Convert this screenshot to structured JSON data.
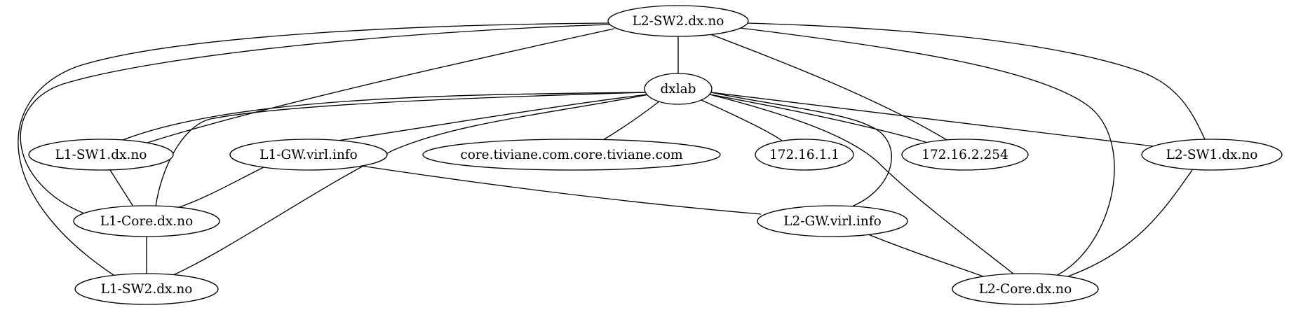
{
  "graph": {
    "nodes": [
      {
        "id": "l2sw2",
        "label": "L2-SW2.dx.no"
      },
      {
        "id": "dxlab",
        "label": "dxlab"
      },
      {
        "id": "l1sw1",
        "label": "L1-SW1.dx.no"
      },
      {
        "id": "l1gw",
        "label": "L1-GW.virl.info"
      },
      {
        "id": "core",
        "label": "core.tiviane.com.core.tiviane.com"
      },
      {
        "id": "ip1611",
        "label": "172.16.1.1"
      },
      {
        "id": "ip162254",
        "label": "172.16.2.254"
      },
      {
        "id": "l2sw1",
        "label": "L2-SW1.dx.no"
      },
      {
        "id": "l1core",
        "label": "L1-Core.dx.no"
      },
      {
        "id": "l2gw",
        "label": "L2-GW.virl.info"
      },
      {
        "id": "l1sw2",
        "label": "L1-SW2.dx.no"
      },
      {
        "id": "l2core",
        "label": "L2-Core.dx.no"
      }
    ],
    "edges": [
      {
        "from": "l2sw2",
        "to": "dxlab"
      },
      {
        "from": "l2sw2",
        "to": "l1sw1"
      },
      {
        "from": "l2sw2",
        "to": "l1core"
      },
      {
        "from": "l2sw2",
        "to": "l1sw2"
      },
      {
        "from": "l2sw2",
        "to": "ip162254"
      },
      {
        "from": "l2sw2",
        "to": "l2sw1"
      },
      {
        "from": "l2sw2",
        "to": "l2core"
      },
      {
        "from": "dxlab",
        "to": "l1sw1"
      },
      {
        "from": "dxlab",
        "to": "l1gw"
      },
      {
        "from": "dxlab",
        "to": "core"
      },
      {
        "from": "dxlab",
        "to": "ip1611"
      },
      {
        "from": "dxlab",
        "to": "ip162254"
      },
      {
        "from": "dxlab",
        "to": "l2sw1"
      },
      {
        "from": "dxlab",
        "to": "l1core"
      },
      {
        "from": "dxlab",
        "to": "l1sw2"
      },
      {
        "from": "dxlab",
        "to": "l2gw"
      },
      {
        "from": "dxlab",
        "to": "l2core"
      },
      {
        "from": "l1sw1",
        "to": "l1core"
      },
      {
        "from": "l1gw",
        "to": "l1core"
      },
      {
        "from": "l1gw",
        "to": "l2gw"
      },
      {
        "from": "l1core",
        "to": "l1sw2"
      },
      {
        "from": "l2gw",
        "to": "l2core"
      },
      {
        "from": "l2sw1",
        "to": "l2core"
      }
    ]
  }
}
